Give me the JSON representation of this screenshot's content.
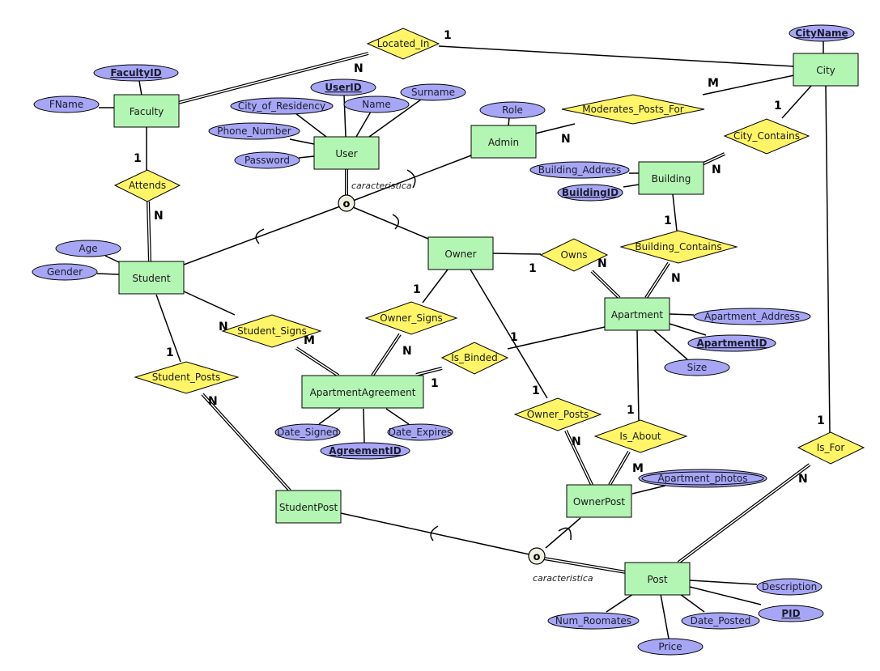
{
  "diagram": {
    "title": "ER Diagram",
    "colors": {
      "entity_fill": "#b3f5b3",
      "relationship_fill": "#fff566",
      "attribute_fill": "#a6a6f5",
      "specialization_fill": "#f0f0e0"
    },
    "entities": [
      {
        "id": "faculty",
        "label": "Faculty"
      },
      {
        "id": "user",
        "label": "User"
      },
      {
        "id": "admin",
        "label": "Admin"
      },
      {
        "id": "city",
        "label": "City"
      },
      {
        "id": "building",
        "label": "Building"
      },
      {
        "id": "student",
        "label": "Student"
      },
      {
        "id": "owner",
        "label": "Owner"
      },
      {
        "id": "apartment",
        "label": "Apartment"
      },
      {
        "id": "apartmentagreement",
        "label": "ApartmentAgreement"
      },
      {
        "id": "studentpost",
        "label": "StudentPost"
      },
      {
        "id": "ownerpost",
        "label": "OwnerPost"
      },
      {
        "id": "post",
        "label": "Post"
      }
    ],
    "relationships": [
      {
        "id": "located_in",
        "label": "Located_In"
      },
      {
        "id": "moderates_posts_for",
        "label": "Moderates_Posts_For"
      },
      {
        "id": "city_contains",
        "label": "City_Contains"
      },
      {
        "id": "attends",
        "label": "Attends"
      },
      {
        "id": "building_contains",
        "label": "Building_Contains"
      },
      {
        "id": "owns",
        "label": "Owns"
      },
      {
        "id": "owner_signs",
        "label": "Owner_Signs"
      },
      {
        "id": "student_signs",
        "label": "Student_Signs"
      },
      {
        "id": "is_binded",
        "label": "Is_Binded"
      },
      {
        "id": "student_posts",
        "label": "Student_Posts"
      },
      {
        "id": "owner_posts",
        "label": "Owner_Posts"
      },
      {
        "id": "is_about",
        "label": "Is_About"
      },
      {
        "id": "is_for",
        "label": "Is_For"
      }
    ],
    "attributes": [
      {
        "id": "facultyid",
        "label": "FacultyID",
        "key": true
      },
      {
        "id": "fname",
        "label": "FName",
        "key": false
      },
      {
        "id": "userid",
        "label": "UserID",
        "key": true
      },
      {
        "id": "surname",
        "label": "Surname",
        "key": false
      },
      {
        "id": "city_of_residency",
        "label": "City_of_Residency",
        "key": false
      },
      {
        "id": "name",
        "label": "Name",
        "key": false
      },
      {
        "id": "phone_number",
        "label": "Phone_Number",
        "key": false
      },
      {
        "id": "password",
        "label": "Password",
        "key": false
      },
      {
        "id": "role",
        "label": "Role",
        "key": false
      },
      {
        "id": "cityname",
        "label": "CityName",
        "key": true
      },
      {
        "id": "building_address",
        "label": "Building_Address",
        "key": false
      },
      {
        "id": "buildingid",
        "label": "BuildingID",
        "key": true
      },
      {
        "id": "age",
        "label": "Age",
        "key": false
      },
      {
        "id": "gender",
        "label": "Gender",
        "key": false
      },
      {
        "id": "apartment_address",
        "label": "Apartment_Address",
        "key": false
      },
      {
        "id": "apartmentid",
        "label": "ApartmentID",
        "key": true
      },
      {
        "id": "size",
        "label": "Size",
        "key": false
      },
      {
        "id": "date_signed",
        "label": "Date_Signed",
        "key": false
      },
      {
        "id": "date_expires",
        "label": "Date_Expires",
        "key": false
      },
      {
        "id": "agreementid",
        "label": "AgreementID",
        "key": true
      },
      {
        "id": "apartment_photos",
        "label": "Apartment_photos",
        "key": false,
        "multivalued": true
      },
      {
        "id": "description",
        "label": "Description",
        "key": false
      },
      {
        "id": "pid",
        "label": "PID",
        "key": true
      },
      {
        "id": "num_roomates",
        "label": "Num_Roomates",
        "key": false
      },
      {
        "id": "date_posted",
        "label": "Date_Posted",
        "key": false
      },
      {
        "id": "price",
        "label": "Price",
        "key": false
      }
    ],
    "specializations": [
      {
        "id": "user_spec",
        "symbol": "o",
        "label": "caracteristica",
        "parent": "User",
        "children": [
          "Admin",
          "Student",
          "Owner"
        ]
      },
      {
        "id": "post_spec",
        "symbol": "o",
        "label": "caracteristica",
        "parent": "Post",
        "children": [
          "StudentPost",
          "OwnerPost"
        ]
      }
    ],
    "cardinalities": [
      {
        "id": "c_located_in_city",
        "label": "1"
      },
      {
        "id": "c_located_in_faculty",
        "label": "N"
      },
      {
        "id": "c_moderates_city",
        "label": "M"
      },
      {
        "id": "c_moderates_admin",
        "label": "N"
      },
      {
        "id": "c_city_contains_city",
        "label": "1"
      },
      {
        "id": "c_city_contains_building",
        "label": "N"
      },
      {
        "id": "c_attends_faculty",
        "label": "1"
      },
      {
        "id": "c_attends_student",
        "label": "N"
      },
      {
        "id": "c_building_contains_building",
        "label": "1"
      },
      {
        "id": "c_building_contains_apartment",
        "label": "N"
      },
      {
        "id": "c_owns_owner",
        "label": "1"
      },
      {
        "id": "c_owns_apartment",
        "label": "N"
      },
      {
        "id": "c_owner_signs_owner",
        "label": "1"
      },
      {
        "id": "c_owner_signs_agreement",
        "label": "N"
      },
      {
        "id": "c_student_signs_student",
        "label": "N"
      },
      {
        "id": "c_student_signs_agreement",
        "label": "M"
      },
      {
        "id": "c_is_binded_agreement",
        "label": "1"
      },
      {
        "id": "c_is_binded_apartment",
        "label": "1"
      },
      {
        "id": "c_student_posts_student",
        "label": "1"
      },
      {
        "id": "c_student_posts_post",
        "label": "N"
      },
      {
        "id": "c_owner_posts_owner",
        "label": "1"
      },
      {
        "id": "c_owner_posts_post",
        "label": "N"
      },
      {
        "id": "c_is_about_apartment",
        "label": "1"
      },
      {
        "id": "c_is_about_post",
        "label": "M"
      },
      {
        "id": "c_is_for_city",
        "label": "1"
      },
      {
        "id": "c_is_for_post",
        "label": "N"
      }
    ]
  }
}
